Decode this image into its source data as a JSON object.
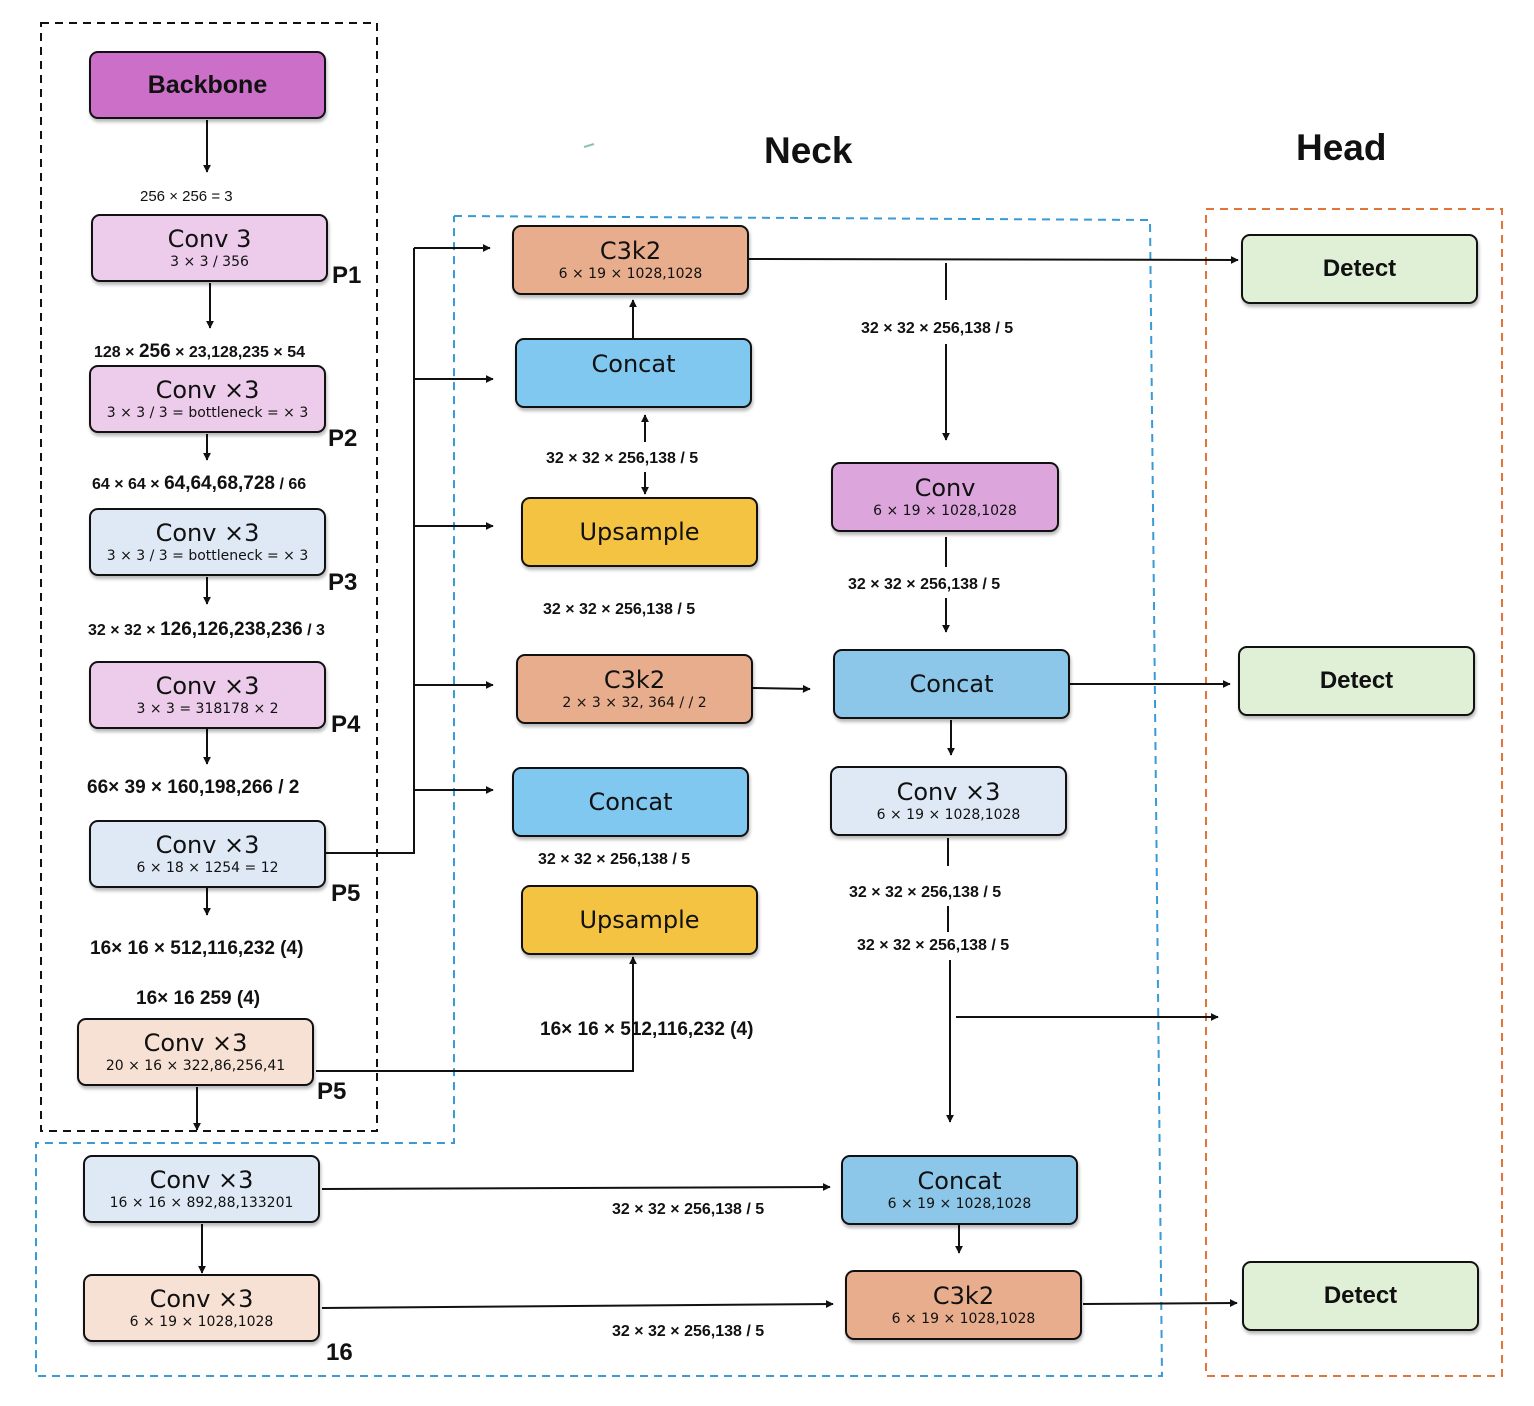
{
  "sections": {
    "neck": "Neck",
    "head": "Head"
  },
  "backbone": {
    "title": "Backbone",
    "nodes": [
      {
        "title": "Conv 3",
        "sub": "3 × 3 / 356"
      },
      {
        "title": "Conv ×3",
        "sub": "3 × 3 / 3 = bottleneck = × 3"
      },
      {
        "title": "Conv ×3",
        "sub": "3 × 3 / 3 = bottleneck = × 3"
      },
      {
        "title": "Conv ×3",
        "sub": "3 × 3  = 318178 × 2"
      },
      {
        "title": "Conv ×3",
        "sub": "6 × 18 × 1254  = 12"
      },
      {
        "title": "Conv ×3",
        "sub": "20 × 16 × 322,86,256,41"
      }
    ],
    "labels": [
      "256 × 256 = 3",
      "16× 16 × 512,116,232 (4)",
      "16× 16 259 (4)"
    ],
    "mixed_labels": [
      {
        "a": "128 × ",
        "b": "256",
        "c": " × 23,128,235 × 54"
      },
      {
        "a": "64 × 64 × ",
        "b": "64,64,68,728",
        "c": " / 66"
      },
      {
        "a": "32 × 32 × ",
        "b": "126,126,238,236",
        "c": " / 3"
      }
    ],
    "big_label": "66× 39 × 160,198,266 / 2",
    "ptags": [
      "P1",
      "P2",
      "P3",
      "P4",
      "P5",
      "P5"
    ]
  },
  "neck": {
    "left_column": [
      {
        "title": "C3k2",
        "sub": "6 × 19 × 1028,1028"
      },
      {
        "title": "Concat"
      },
      {
        "title": "Upsample"
      },
      {
        "title": "C3k2",
        "sub": "2 × 3 × 32, 364 / / 2"
      },
      {
        "title": "Concat"
      },
      {
        "title": "Upsample"
      }
    ],
    "right_column": [
      {
        "title": "Conv",
        "sub": "6 × 19 × 1028,1028"
      },
      {
        "title": "Concat"
      },
      {
        "title": "Conv ×3",
        "sub": "6 × 19 × 1028,1028"
      },
      {
        "title": "Concat",
        "sub": "6 × 19 × 1028,1028"
      },
      {
        "title": "C3k2",
        "sub": "6 × 19 × 1028,1028"
      }
    ],
    "bottom_column": [
      {
        "title": "Conv ×3",
        "sub": "16 × 16 × 892,88,133201"
      },
      {
        "title": "Conv ×3",
        "sub": "6 × 19 × 1028,1028"
      }
    ],
    "labels": [
      "32 × 32 × 256,138 / 5",
      "32 × 32 × 256,138 / 5",
      "32 × 32 × 256,138 / 5",
      "32 × 32 × 256,138 / 5",
      "32 × 32 × 256,138 / 5",
      "32 × 32 × 256,138 / 5",
      "32 × 32 × 256,138 / 5",
      "32 × 32 × 256,138 / 5",
      "32 × 32 × 256,138 / 5"
    ],
    "upsample_label": "16× 16 × 512,116,232 (4)",
    "tag_16": "16"
  },
  "head": {
    "detect": [
      "Detect",
      "Detect",
      "Detect"
    ]
  },
  "colors": {
    "backbone_box": "#000000",
    "neck_box": "#3a9ad6",
    "head_box": "#e2743a",
    "backbone": "#cc6fc8",
    "c3k2": "#e7ad8c",
    "concat": "#80c8ef",
    "upsample": "#f5c342",
    "detect": "#e0f0d6"
  }
}
